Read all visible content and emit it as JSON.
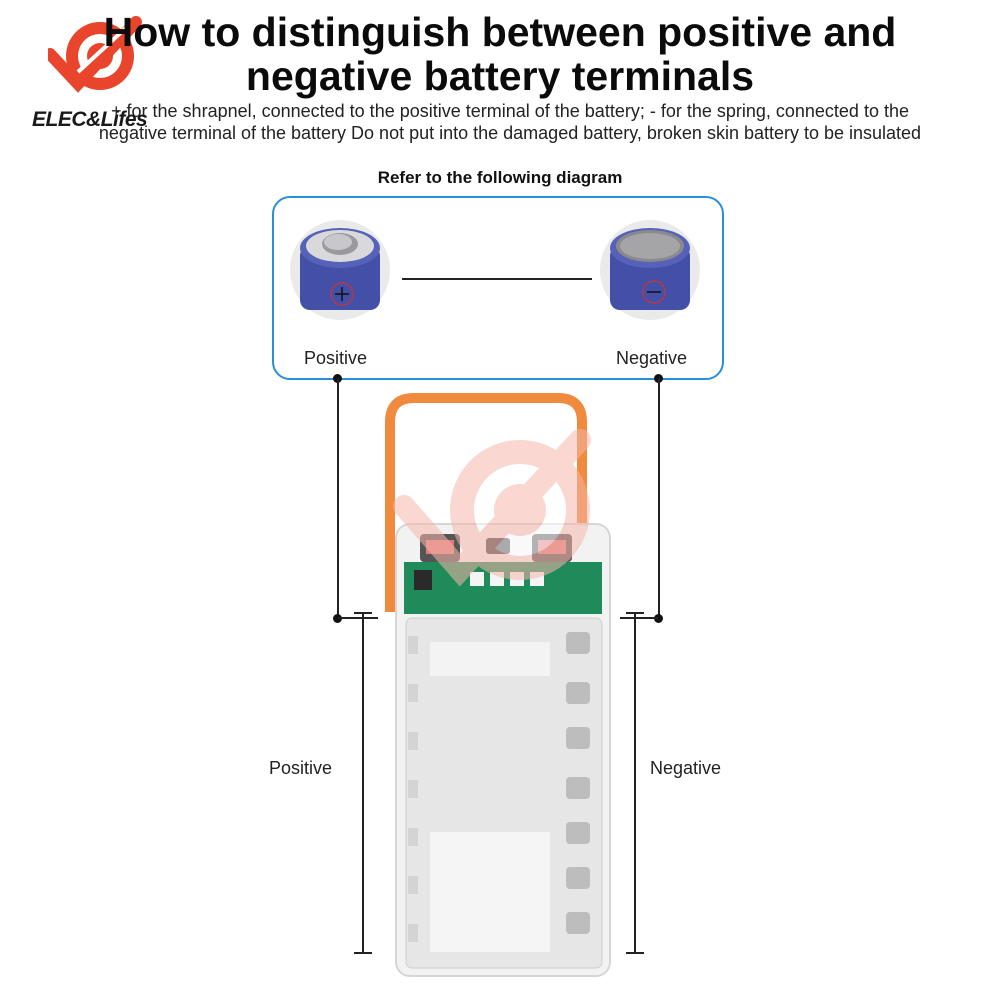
{
  "brand": {
    "name": "ELEC&Lifes",
    "accent_color": "#e8452c"
  },
  "header": {
    "title_line1": "How to distinguish between positive and",
    "title_line2": "negative battery terminals",
    "description": "+ for the shrapnel, connected to the positive terminal of the battery; - for the spring, connected to the negative terminal of the battery Do not put into the damaged battery, broken skin battery to be insulated",
    "refer_text": "Refer to the following diagram"
  },
  "diagram": {
    "border_color": "#2b8fd8",
    "positive_label": "Positive",
    "negative_label": "Negative",
    "positive_symbol": "+",
    "negative_symbol": "−",
    "cell_color": "#4450a8"
  },
  "product": {
    "positive_side_label": "Positive",
    "negative_side_label": "Negative",
    "strap_color": "#f08a3c",
    "board_color": "#1f8a5a"
  }
}
